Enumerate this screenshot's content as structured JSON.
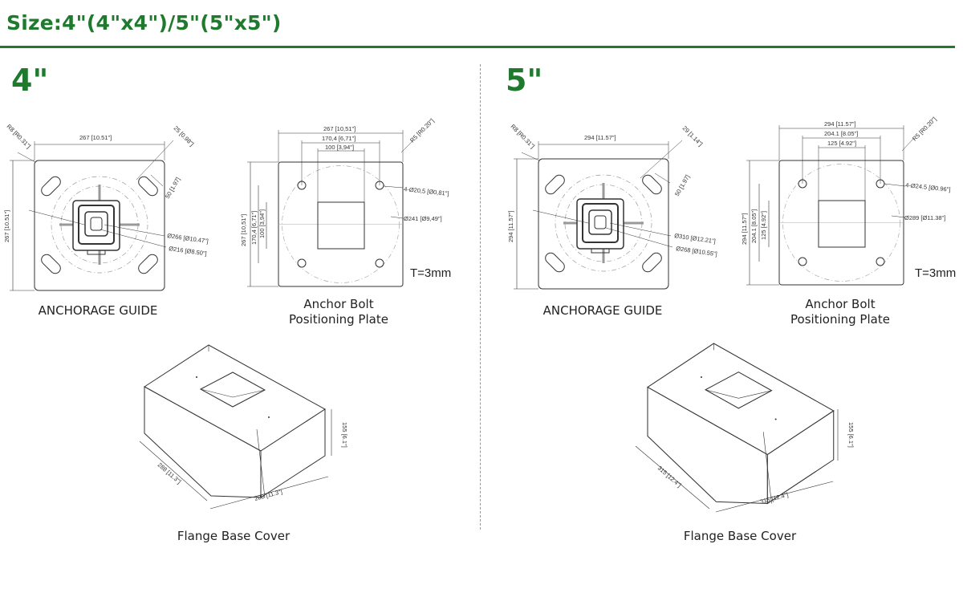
{
  "header": {
    "title": "Size:4\"(4\"x4\")/5\"(5\"x5\")"
  },
  "colors": {
    "accent": "#1f7a2e",
    "line": "#333333"
  },
  "panels": {
    "small": {
      "size_label": "4\"",
      "anchorage_caption": "ANCHORAGE GUIDE",
      "plate_caption_line1": "Anchor Bolt",
      "plate_caption_line2": "Positioning Plate",
      "thickness": "T=3mm",
      "cover_caption": "Flange Base Cover",
      "anch": {
        "width": "267 [10.51\"]",
        "height": "267 [10.51\"]",
        "radius": "R8 [R0.31\"]",
        "slot_w": "25 [0.98\"]",
        "slot_l": "50 [1.97]",
        "dia_outer": "Ø266 [Ø10.47\"]",
        "dia_inner": "Ø216 [Ø8.50\"]"
      },
      "plate": {
        "width": "267 [10,51\"]",
        "bolt_span": "170,4 [6,71\"]",
        "inner": "100 [3,94\"]",
        "radius": "R5 [R0.20\"]",
        "height": "267 [10,51\"]",
        "bolt_span_v": "170,4 [6,71\"]",
        "inner_v": "100 [3,94\"]",
        "hole": "4-Ø20,5 [Ø0,81\"]",
        "circle": "Ø241 [Ø9,49\"]"
      },
      "cover": {
        "depth": "288 [11.3\"]",
        "width": "288 [11.3\"]",
        "height": "155 [6.1\"]"
      }
    },
    "large": {
      "size_label": "5\"",
      "anchorage_caption": "ANCHORAGE GUIDE",
      "plate_caption_line1": "Anchor Bolt",
      "plate_caption_line2": "Positioning Plate",
      "thickness": "T=3mm",
      "cover_caption": "Flange Base Cover",
      "anch": {
        "width": "294 [11.57\"]",
        "height": "294 [11.57\"]",
        "radius": "R8 [R0.31\"]",
        "slot_w": "29 [1.14\"]",
        "slot_l": "50 [1.97]",
        "dia_outer": "Ø310 [Ø12.21\"]",
        "dia_inner": "Ø268 [Ø10.55\"]"
      },
      "plate": {
        "width": "294 [11.57\"]",
        "bolt_span": "204.1 [8.05\"]",
        "inner": "125 [4.92\"]",
        "radius": "R5 [R0.20\"]",
        "height": "294 [11.57\"]",
        "bolt_span_v": "204.1 [8.05\"]",
        "inner_v": "125 [4.92\"]",
        "hole": "4-Ø24.5 [Ø0.96\"]",
        "circle": "Ø289 [Ø11.38\"]"
      },
      "cover": {
        "depth": "315 [12.4\"]",
        "width": "315 [12.4\"]",
        "height": "155 [6.1\"]"
      }
    }
  }
}
